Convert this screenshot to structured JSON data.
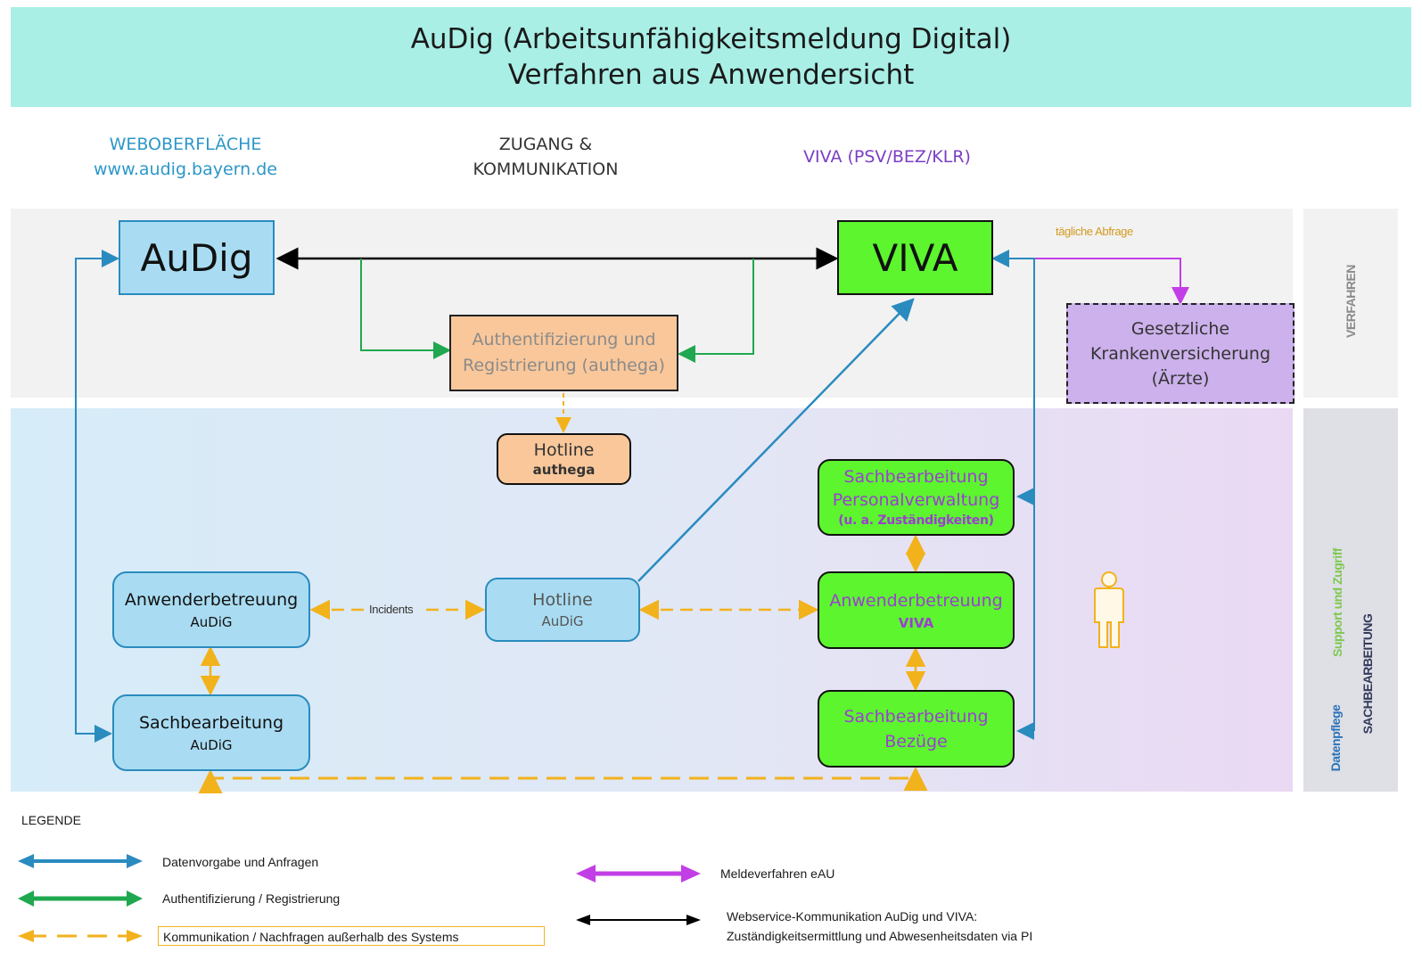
{
  "header": {
    "title_line1": "AuDig (Arbeitsunfähigkeitsmeldung Digital)",
    "title_line2": "Verfahren aus Anwendersicht"
  },
  "columns": {
    "web_line1": "WEBOBERFLÄCHE",
    "web_line2": "www.audig.bayern.de",
    "zugang_line1": "ZUGANG &",
    "zugang_line2": "KOMMUNIKATION",
    "viva": "VIVA (PSV/BEZ/KLR)"
  },
  "side_labels": {
    "verfahren": "VERFAHREN",
    "support": "Support und Zugriff",
    "datenpflege": "Datenpflege",
    "sachbearbeitung": "SACHBEARBEITUNG"
  },
  "nodes": {
    "audig": "AuDig",
    "viva": "VIVA",
    "authega_line1": "Authentifizierung und",
    "authega_line2": "Registrierung (authega)",
    "gkv_line1": "Gesetzliche",
    "gkv_line2": "Krankenversicherung",
    "gkv_line3": "(Ärzte)",
    "hotline_authega_line1": "Hotline",
    "hotline_authega_line2": "authega",
    "sb_pv_line1": "Sachbearbeitung",
    "sb_pv_line2": "Personalverwaltung",
    "sb_pv_line3": "(u. a. Zuständigkeiten)",
    "ab_audig_line1": "Anwenderbetreuung",
    "ab_audig_line2": "AuDiG",
    "hotline_audig_line1": "Hotline",
    "hotline_audig_line2": "AuDiG",
    "ab_viva_line1": "Anwenderbetreuung",
    "ab_viva_line2": "VIVA",
    "sb_audig_line1": "Sachbearbeitung",
    "sb_audig_line2": "AuDiG",
    "sb_bez_line1": "Sachbearbeitung",
    "sb_bez_line2": "Bezüge"
  },
  "edge_labels": {
    "taegliche_abfrage": "tägliche Abfrage",
    "incidents": "Incidents"
  },
  "legend": {
    "title": "LEGENDE",
    "blue": "Datenvorgabe und Anfragen",
    "green": "Authentifizierung / Registrierung",
    "orange": "Kommunikation / Nachfragen außerhalb des Systems",
    "purple": "Meldeverfahren eAU",
    "black_line1": "Webservice-Kommunikation AuDig und VIVA:",
    "black_line2": "Zuständigkeitsermittlung und Abwesenheitsdaten via PI"
  },
  "colors": {
    "blue": "#2a8bbf",
    "green": "#1fa84f",
    "orange": "#f2b21c",
    "purple": "#c23ee6",
    "black": "#000000",
    "header_bg": "#a9efe6",
    "viva_green": "#5cf52e",
    "audig_blue": "#a9dcf2",
    "authega_orange": "#f9c79a",
    "gkv_purple": "#ccb1ec"
  },
  "icons": {
    "person": "person-icon"
  }
}
